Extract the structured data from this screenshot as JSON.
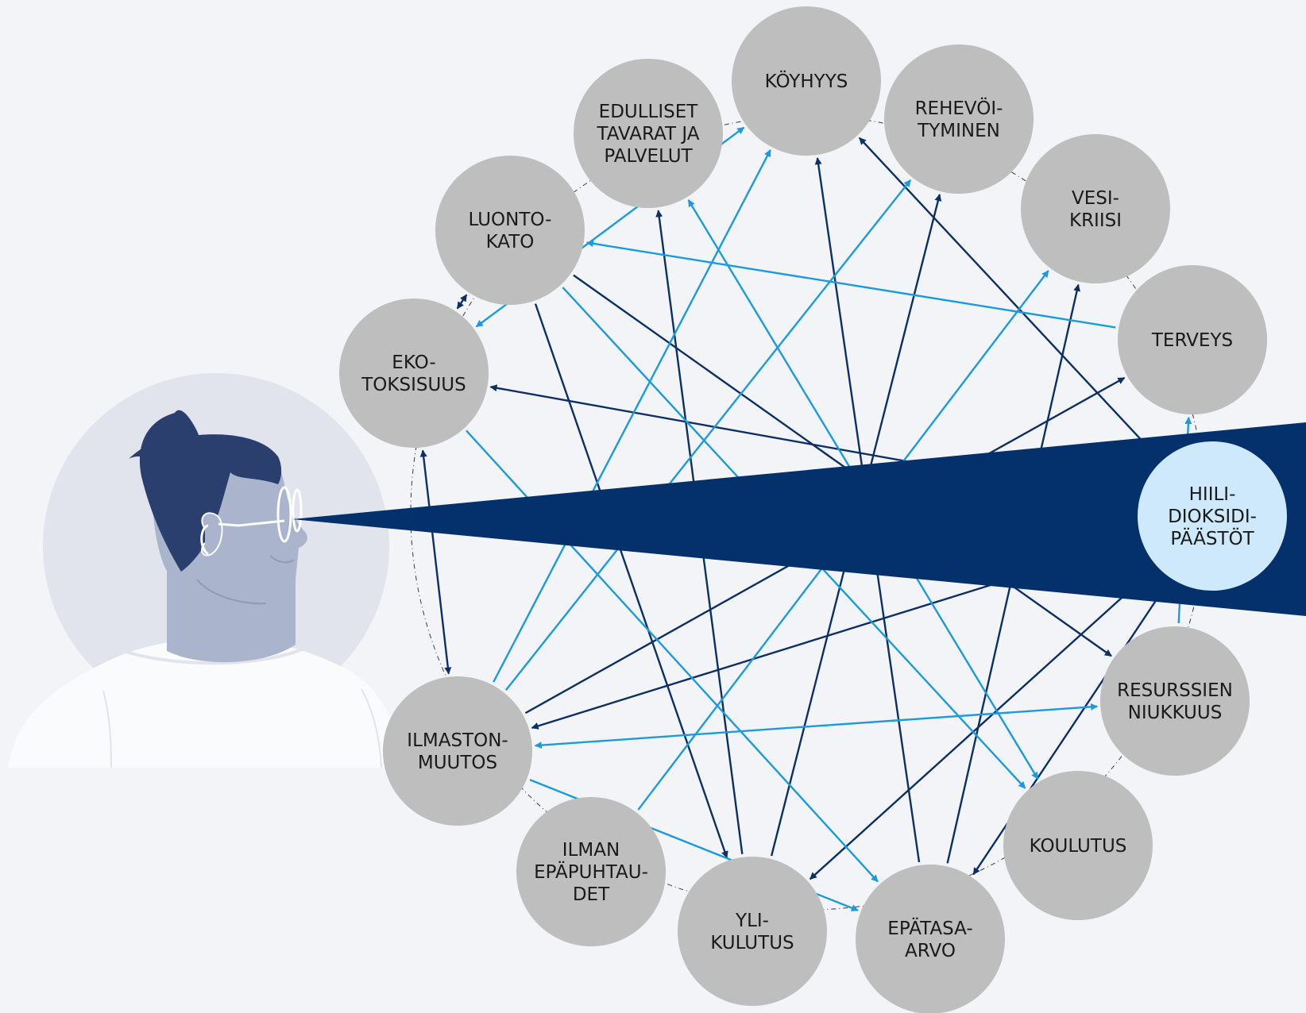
{
  "colors": {
    "background": "#f2f4f7",
    "node": "#bebebe",
    "focus_node": "#cde9fb",
    "beam": "#04306b",
    "arrow_dark": "#0b2f66",
    "arrow_light": "#1a9be0",
    "person_hair": "#2b3f6e",
    "person_skin": "#aab4cc",
    "person_shirt": "#fafbfd",
    "halo": "#e1e4ec"
  },
  "figure": {
    "type": "concept-network",
    "subject": "person-looking-through-beam"
  },
  "nodes": [
    {
      "id": "koyhyys",
      "lines": [
        "KÖYHYYS"
      ]
    },
    {
      "id": "rehevoityminen",
      "lines": [
        "REHEVÖI-",
        "TYMINEN"
      ]
    },
    {
      "id": "vesikriisi",
      "lines": [
        "VESI-",
        "KRIISI"
      ]
    },
    {
      "id": "terveys",
      "lines": [
        "TERVEYS"
      ]
    },
    {
      "id": "hiilidioksidipaastot",
      "lines": [
        "HIILI-",
        "DIOKSIDI-",
        "PÄÄSTÖT"
      ],
      "focus": true
    },
    {
      "id": "resurssien",
      "lines": [
        "RESURSSIEN",
        "NIUKKUUS"
      ]
    },
    {
      "id": "koulutus",
      "lines": [
        "KOULUTUS"
      ]
    },
    {
      "id": "epatasaarvo",
      "lines": [
        "EPÄTASA-",
        "ARVO"
      ]
    },
    {
      "id": "ylikulutus",
      "lines": [
        "YLI-",
        "KULUTUS"
      ]
    },
    {
      "id": "ilman",
      "lines": [
        "ILMAN",
        "EPÄPUHTAU-",
        "DET"
      ]
    },
    {
      "id": "ilmastonmuutos",
      "lines": [
        "ILMASTON-",
        "MUUTOS"
      ]
    },
    {
      "id": "ekotoksisuus",
      "lines": [
        "EKO-",
        "TOKSISUUS"
      ]
    },
    {
      "id": "luontokato",
      "lines": [
        "LUONTO-",
        "KATO"
      ]
    },
    {
      "id": "edulliset",
      "lines": [
        "EDULLISET",
        "TAVARAT JA",
        "PALVELUT"
      ]
    }
  ],
  "links": [
    {
      "from": "hiilidioksidipaastot",
      "to": "koyhyys",
      "style": "dark"
    },
    {
      "from": "epatasaarvo",
      "to": "koyhyys",
      "style": "dark"
    },
    {
      "from": "ylikulutus",
      "to": "edulliset",
      "style": "dark"
    },
    {
      "from": "ylikulutus",
      "to": "rehevoityminen",
      "style": "dark"
    },
    {
      "from": "epatasaarvo",
      "to": "vesikriisi",
      "style": "dark"
    },
    {
      "from": "hiilidioksidipaastot",
      "to": "ekotoksisuus",
      "style": "dark"
    },
    {
      "from": "ilmastonmuutos",
      "to": "terveys",
      "style": "dark"
    },
    {
      "from": "luontokato",
      "to": "resurssien",
      "style": "dark"
    },
    {
      "from": "luontokato",
      "to": "ylikulutus",
      "style": "dark"
    },
    {
      "from": "hiilidioksidipaastot",
      "to": "epatasaarvo",
      "style": "dark"
    },
    {
      "from": "hiilidioksidipaastot",
      "to": "ilmastonmuutos",
      "style": "dark"
    },
    {
      "from": "hiilidioksidipaastot",
      "to": "ylikulutus",
      "style": "dark"
    },
    {
      "from": "ekotoksisuus",
      "to": "ilmastonmuutos",
      "style": "dark",
      "both": true
    },
    {
      "from": "ekotoksisuus",
      "to": "luontokato",
      "style": "dark",
      "both": true
    },
    {
      "from": "ekotoksisuus",
      "to": "koyhyys",
      "style": "light",
      "both": true
    },
    {
      "from": "ilmastonmuutos",
      "to": "koyhyys",
      "style": "light"
    },
    {
      "from": "ilmastonmuutos",
      "to": "rehevoityminen",
      "style": "light"
    },
    {
      "from": "ilman",
      "to": "vesikriisi",
      "style": "light"
    },
    {
      "from": "terveys",
      "to": "luontokato",
      "style": "light"
    },
    {
      "from": "resurssien",
      "to": "terveys",
      "style": "light"
    },
    {
      "from": "ilmastonmuutos",
      "to": "resurssien",
      "style": "light",
      "both": true
    },
    {
      "from": "koulutus",
      "to": "edulliset",
      "style": "light",
      "both": true
    },
    {
      "from": "luontokato",
      "to": "koulutus",
      "style": "light"
    },
    {
      "from": "ekotoksisuus",
      "to": "epatasaarvo",
      "style": "light"
    },
    {
      "from": "ilmastonmuutos",
      "to": "epatasaarvo",
      "style": "light"
    }
  ]
}
